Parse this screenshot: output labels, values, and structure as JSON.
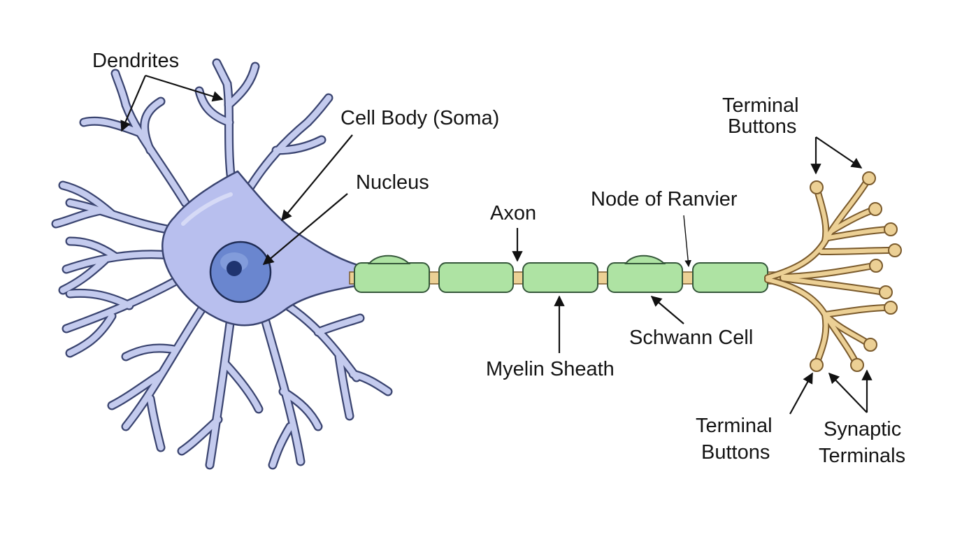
{
  "labels": {
    "dendrites": "Dendrites",
    "cell_body": "Cell Body (Soma)",
    "nucleus": "Nucleus",
    "axon": "Axon",
    "node_of_ranvier": "Node of Ranvier",
    "terminal_buttons_top_line1": "Terminal",
    "terminal_buttons_top_line2": "Buttons",
    "schwann_cell": "Schwann Cell",
    "myelin_sheath": "Myelin Sheath",
    "terminal_buttons_bottom_line1": "Terminal",
    "terminal_buttons_bottom_line2": "Buttons",
    "synaptic_terminals_line1": "Synaptic",
    "synaptic_terminals_line2": "Terminals"
  },
  "colors": {
    "soma_fill": "#b8bfee",
    "soma_outline": "#3a4470",
    "nucleus_fill": "#6a86cf",
    "nucleolus_fill": "#1f3470",
    "myelin_fill": "#aee3a3",
    "axon_fill": "#ecd095",
    "terminal_fill": "#ecd095"
  }
}
